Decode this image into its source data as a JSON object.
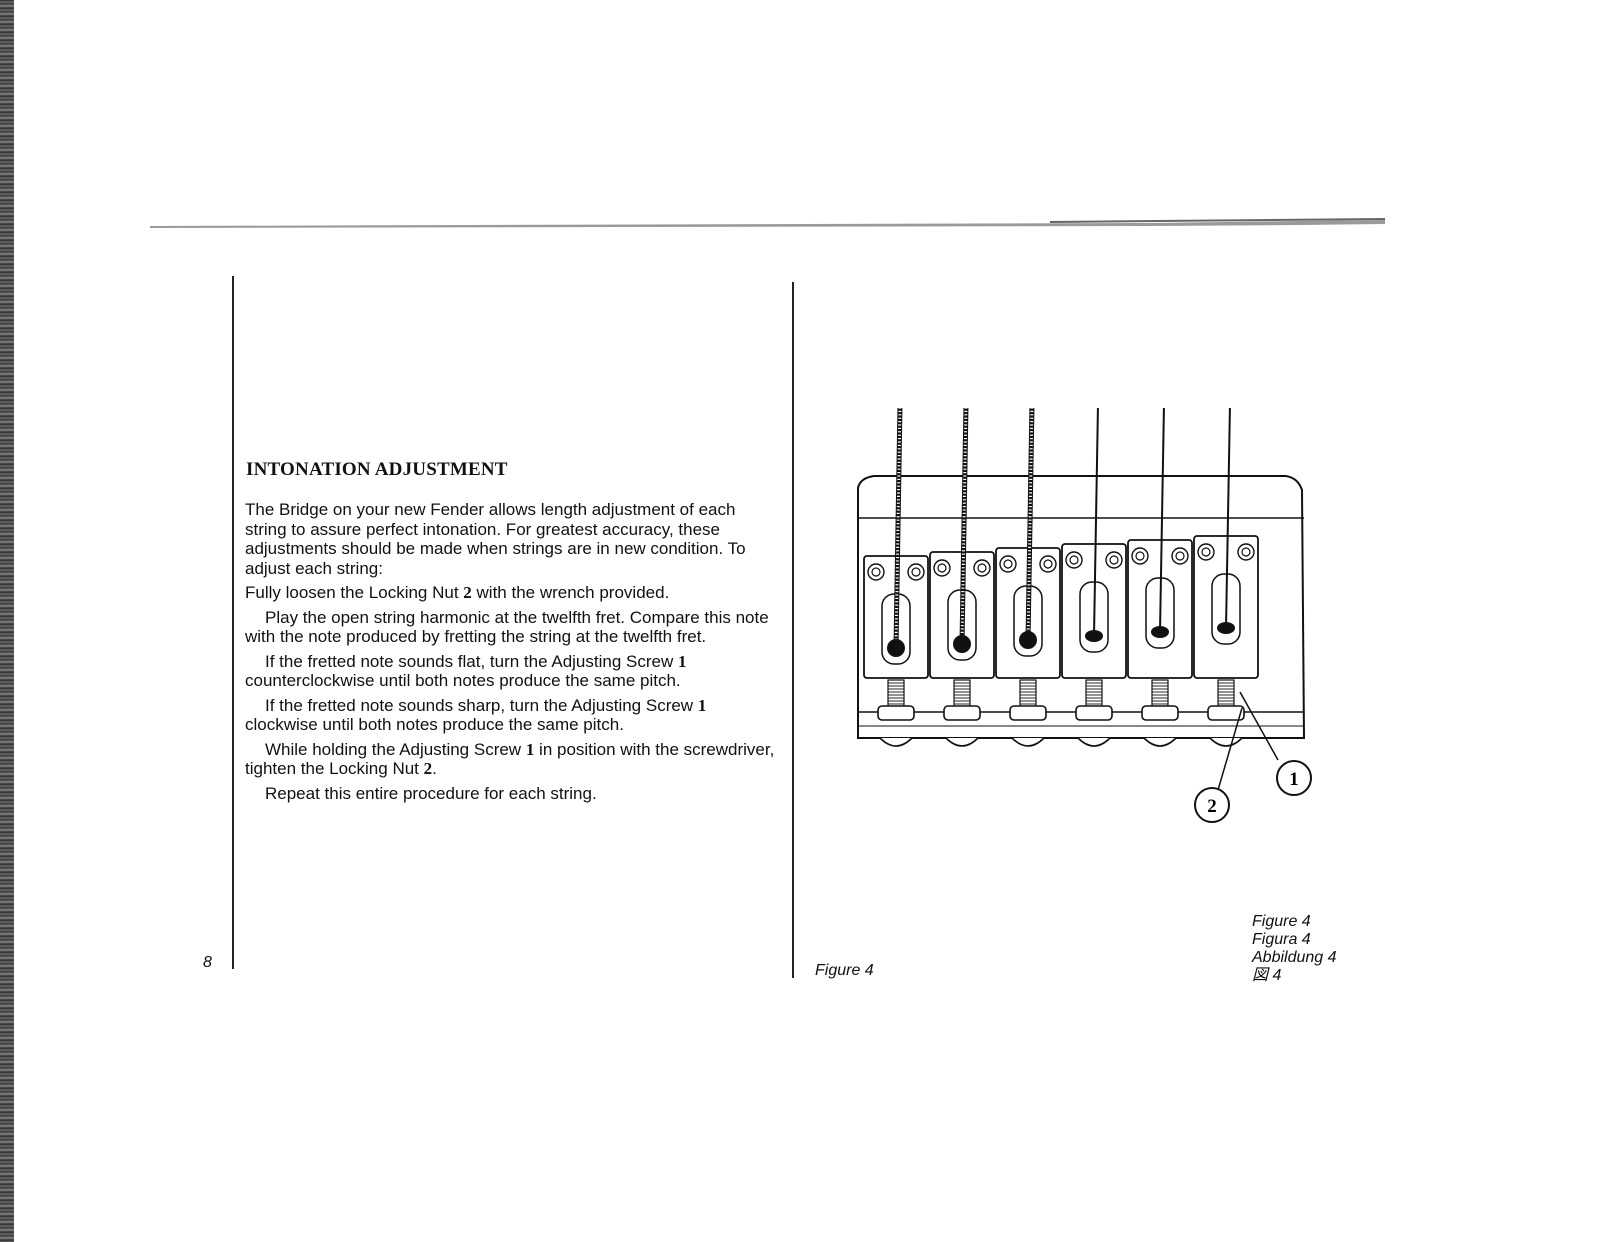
{
  "page": {
    "number": "8",
    "heading": "INTONATION ADJUSTMENT",
    "paragraphs": [
      {
        "segments": [
          {
            "text": "The Bridge on your new Fender allows length adjustment of each string to assure perfect intonation. For greatest accuracy, these adjustments should be made when strings are in new condition. To adjust each string:"
          }
        ]
      },
      {
        "segments": [
          {
            "text": "Fully loosen the Locking Nut "
          },
          {
            "text": "2",
            "bold": true
          },
          {
            "text": " with the wrench provided."
          }
        ]
      },
      {
        "indent": true,
        "segments": [
          {
            "text": "Play the open string harmonic at the twelfth fret. Compare this note with the note produced by fretting the string at the twelfth fret."
          }
        ]
      },
      {
        "indent": true,
        "segments": [
          {
            "text": "If the fretted note sounds flat, turn the Adjusting Screw "
          },
          {
            "text": "1",
            "bold": true
          },
          {
            "text": " counterclockwise until both notes produce the same pitch."
          }
        ]
      },
      {
        "indent": true,
        "segments": [
          {
            "text": "If the fretted note sounds sharp, turn the Adjusting Screw "
          },
          {
            "text": "1",
            "bold": true
          },
          {
            "text": " clockwise until both notes produce the same pitch."
          }
        ]
      },
      {
        "indent": true,
        "segments": [
          {
            "text": "While holding the Adjusting Screw "
          },
          {
            "text": "1",
            "bold": true
          },
          {
            "text": " in position with the screwdriver, tighten the Locking Nut "
          },
          {
            "text": "2",
            "bold": true
          },
          {
            "text": "."
          }
        ]
      },
      {
        "indent": true,
        "segments": [
          {
            "text": "Repeat this entire procedure for each string."
          }
        ]
      }
    ]
  },
  "figure": {
    "callout_1": "1",
    "callout_2": "2",
    "caption_left": "Figure 4",
    "captions": [
      "Figure 4",
      "Figura 4",
      "Abbildung 4",
      "図 4"
    ]
  }
}
